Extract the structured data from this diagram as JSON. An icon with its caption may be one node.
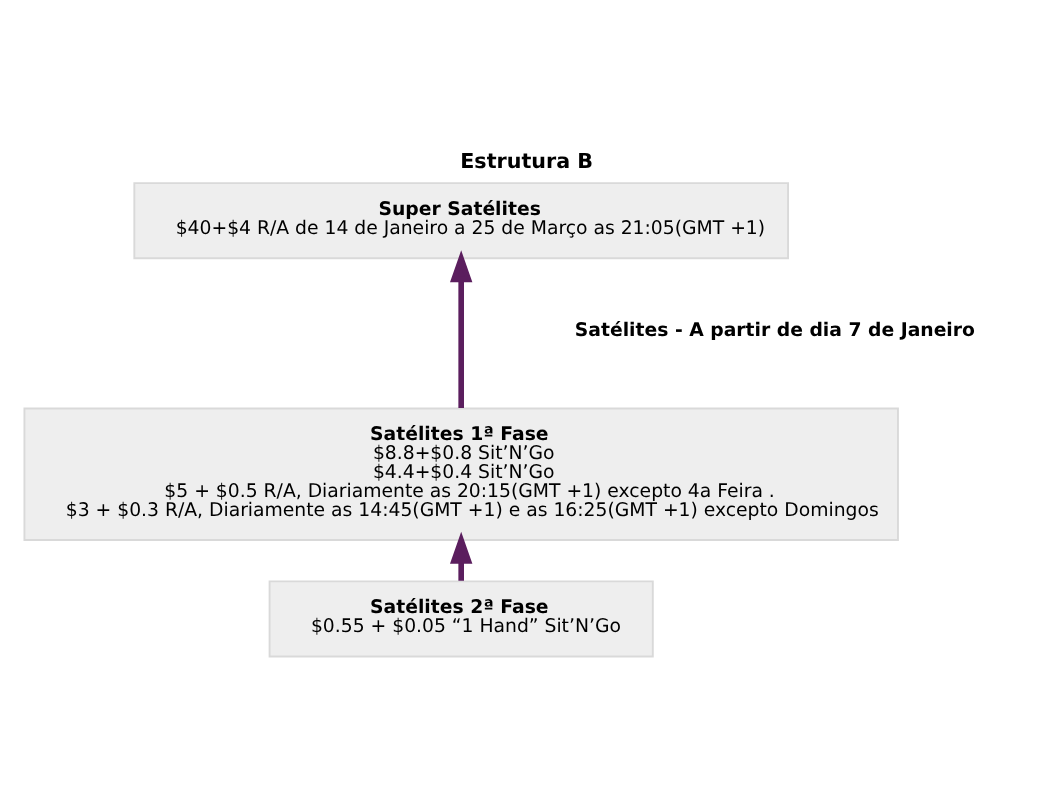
{
  "diagram": {
    "title": "Estrutura B",
    "nodes": [
      {
        "text": [
          "Super Satélites",
          "$40+$4 R/A de 14 de Janeiro a 25 de Março as 21:05(GMT +1)"
        ]
      },
      {
        "text": [
          "Satélites 1ª Fase",
          "$8.8+$0.8 Sit’N’Go",
          "$4.4+$0.4 Sit’N’Go",
          "$5 + $0.5 R/A, Diariamente as 20:15(GMT +1) excepto 4a Feira .",
          "$3 + $0.3 R/A, Diariamente as 14:45(GMT +1) e as 16:25(GMT +1) excepto Domingos"
        ]
      },
      {
        "text": [
          "Satélites 2ª Fase",
          "$0.55 + $0.05 “1 Hand” Sit’N’Go"
        ]
      }
    ],
    "edges": [
      {
        "from": 1,
        "to": 0,
        "arrow": "to"
      },
      {
        "from": 2,
        "to": 1,
        "arrow": "to"
      }
    ],
    "labels": [
      "Satélites - A partir de dia 7 de Janeiro"
    ]
  }
}
